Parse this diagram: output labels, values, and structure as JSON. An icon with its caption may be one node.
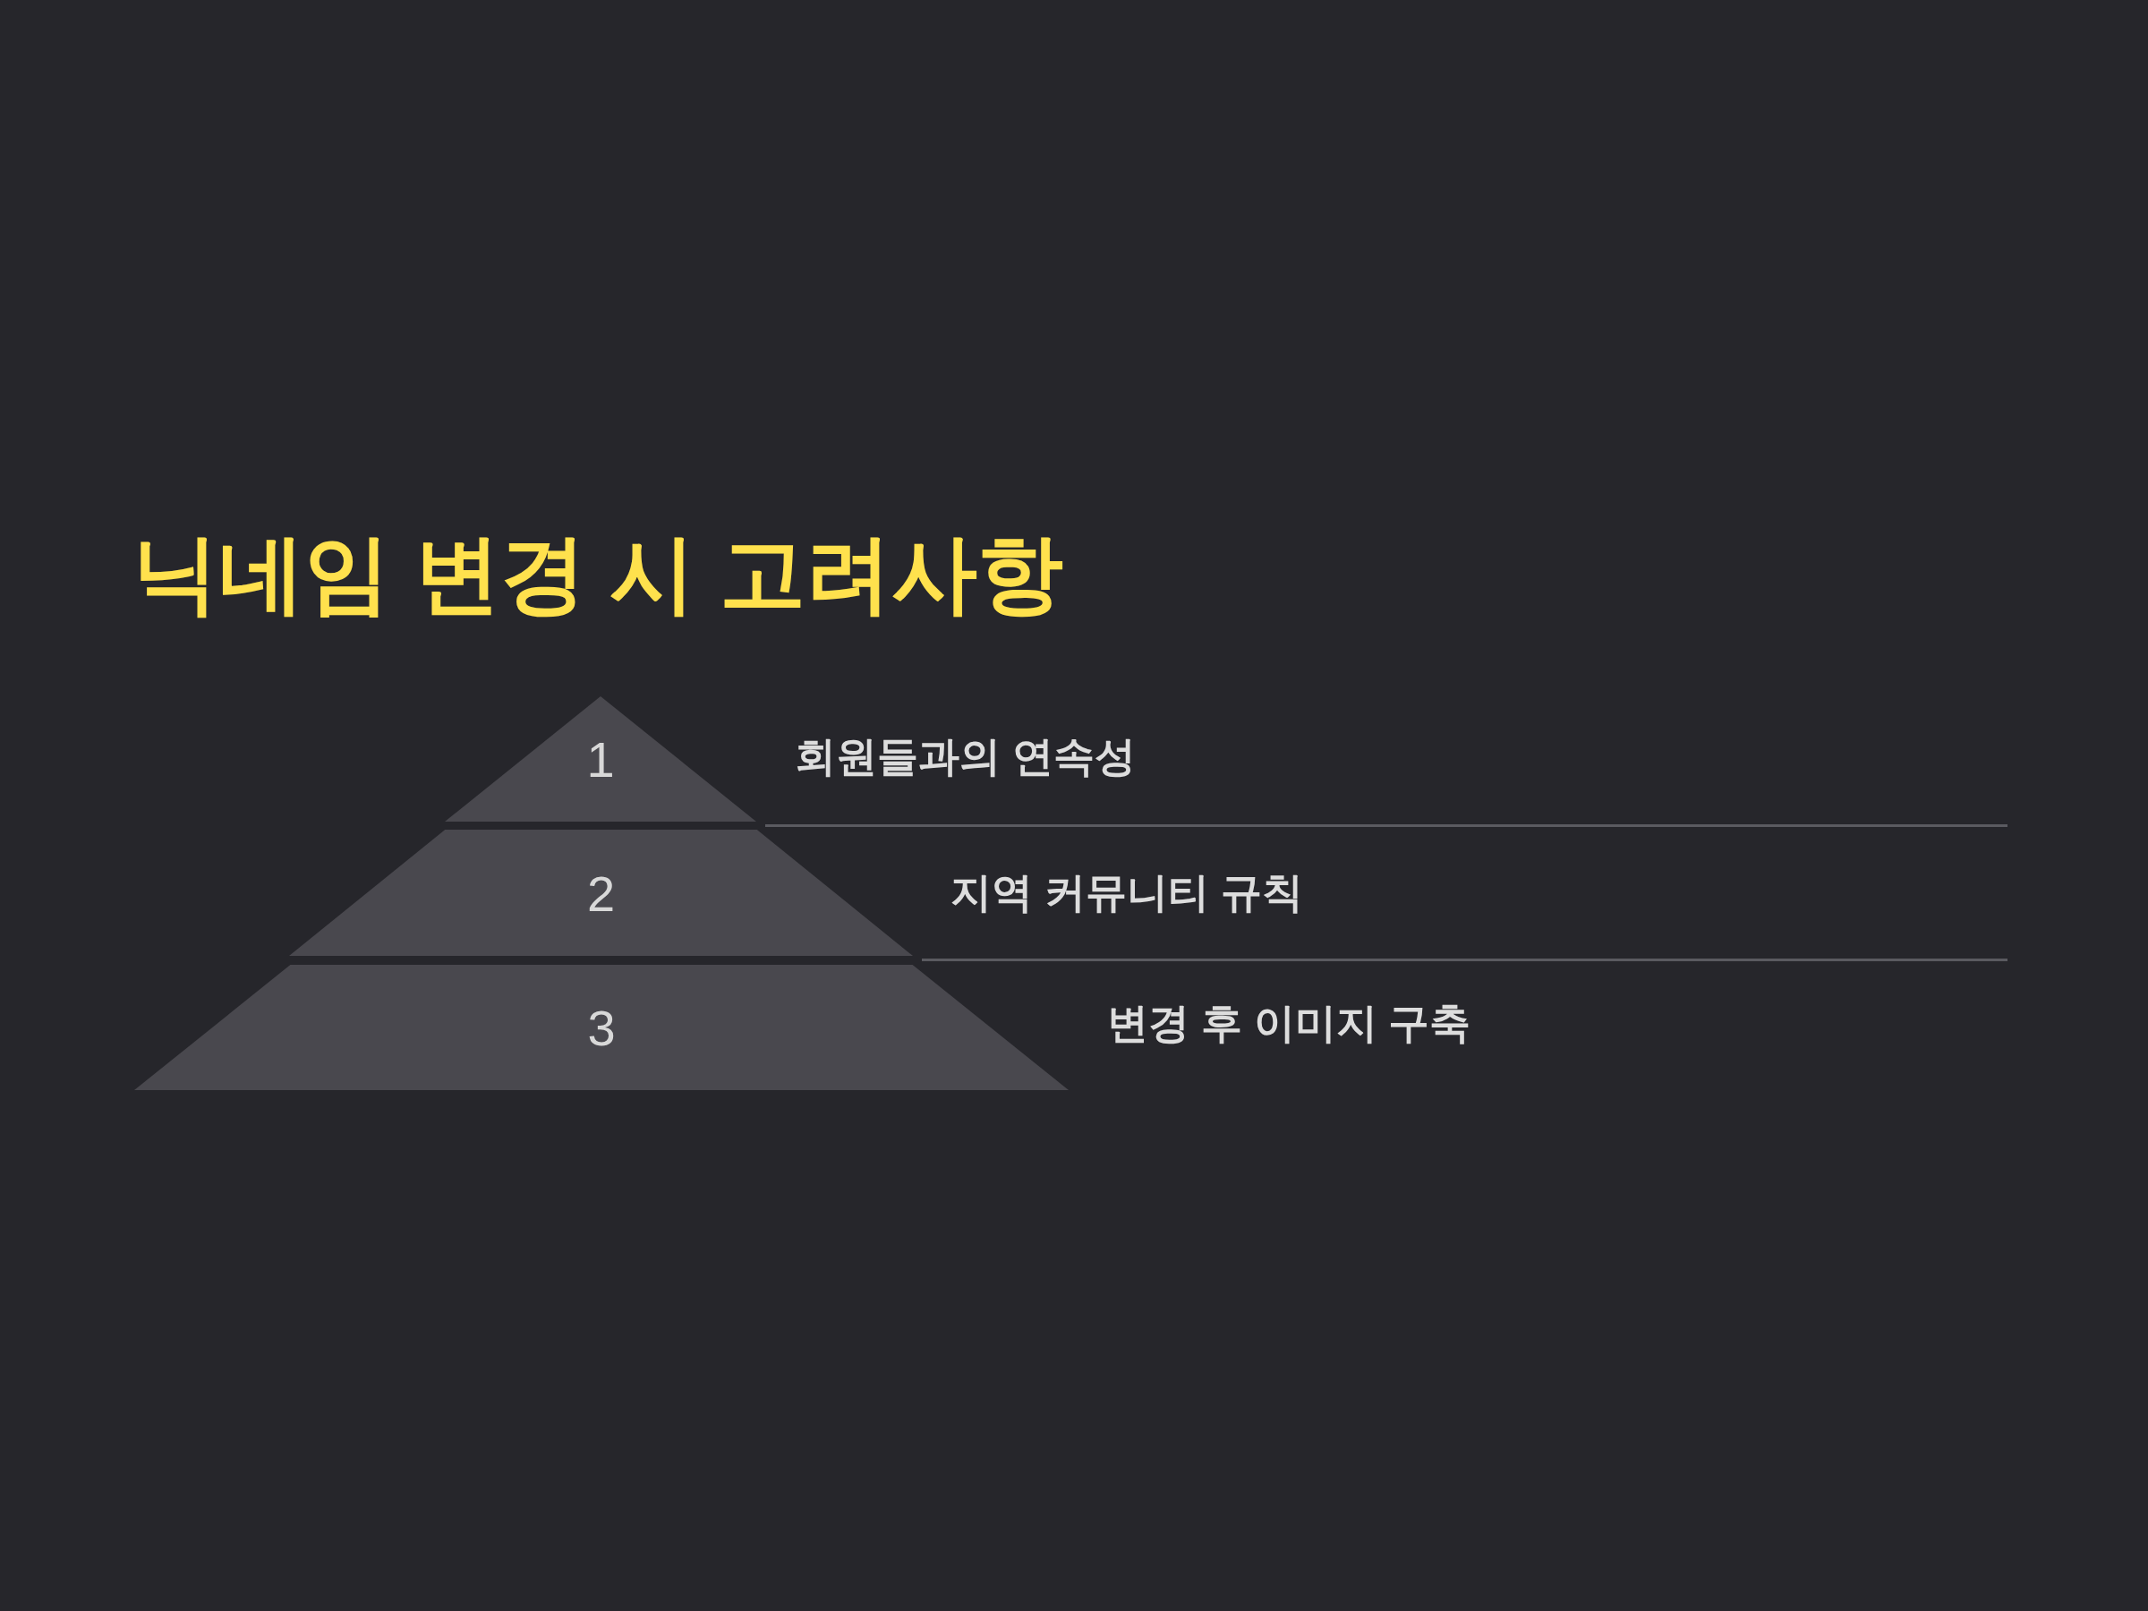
{
  "diagram": {
    "title": "닉네임 변경 시 고려사항",
    "nodes": [
      {
        "text": [
          "1"
        ],
        "beside": [
          "회원들과의 연속성"
        ]
      },
      {
        "text": [
          "2"
        ],
        "beside": [
          "지역 커뮤니티 규칙"
        ]
      },
      {
        "text": [
          "3"
        ],
        "beside": [
          "변경 후 이미지 구축"
        ]
      }
    ]
  }
}
